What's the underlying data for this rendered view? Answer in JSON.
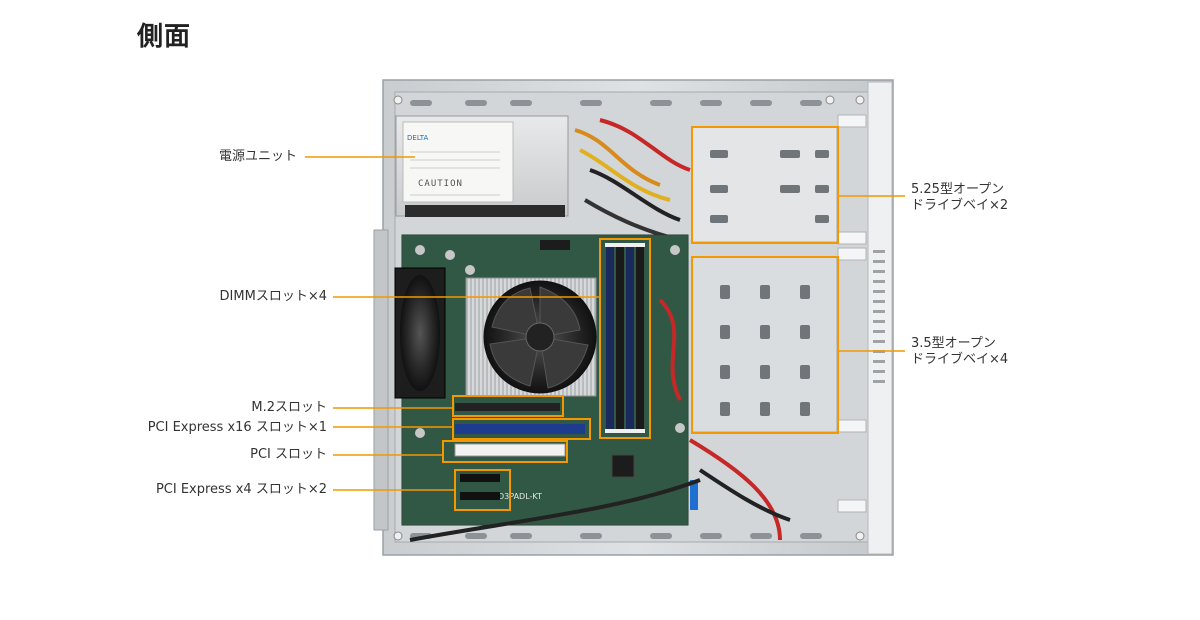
{
  "page": {
    "title": "側面"
  },
  "accent_color": "#f39800",
  "callouts": {
    "psu": {
      "label": "電源ユニット"
    },
    "dimm": {
      "label": "DIMMスロット×4"
    },
    "m2": {
      "label": "M.2スロット"
    },
    "pcie_x16": {
      "label": "PCI Express x16 スロット×1"
    },
    "pci": {
      "label": "PCI スロット"
    },
    "pcie_x4": {
      "label": "PCI Express x4 スロット×2"
    },
    "bay525": {
      "line1": "5.25型オープン",
      "line2": "ドライブベイ×2"
    },
    "bay35": {
      "line1": "3.5型オープン",
      "line2": "ドライブベイ×4"
    }
  },
  "psu_sticker": {
    "brand": "DELTA",
    "caution": "CAUTION"
  },
  "board_silk": {
    "model": "D3PADL-KT"
  }
}
